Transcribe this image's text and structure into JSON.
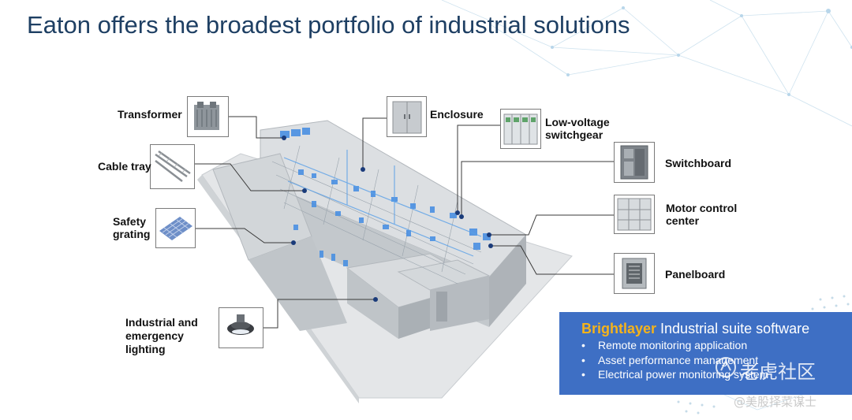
{
  "title": "Eaton offers the broadest portfolio of industrial solutions",
  "labels": {
    "transformer": "Transformer",
    "cable_tray": "Cable tray",
    "safety_grating": [
      "Safety",
      "grating"
    ],
    "lighting": [
      "Industrial and",
      "emergency",
      "lighting"
    ],
    "enclosure": "Enclosure",
    "low_voltage": [
      "Low-voltage",
      "switchgear"
    ],
    "switchboard": "Switchboard",
    "motor_control": [
      "Motor control",
      "center"
    ],
    "panelboard": "Panelboard"
  },
  "software": {
    "brand": "Brightlayer",
    "title_rest": " Industrial suite software",
    "items": [
      "Remote monitoring application",
      "Asset performance management",
      "Electrical power monitoring system"
    ]
  },
  "watermark": {
    "logo_text": "老虎社区",
    "handle": "@美股择菜谋士"
  },
  "colors": {
    "title": "#1e3f63",
    "accent_blue": "#3e6fc4",
    "brand_yellow": "#f5b31b",
    "equipment_blue": "#4a90e2"
  }
}
